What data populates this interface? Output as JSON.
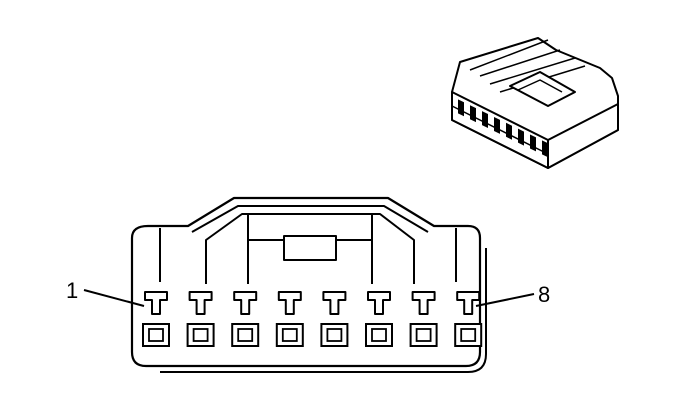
{
  "diagram": {
    "pin_labels": {
      "first": "1",
      "last": "8"
    },
    "pin_count": 8,
    "colors": {
      "ink": "#000000",
      "paper": "#ffffff"
    }
  }
}
